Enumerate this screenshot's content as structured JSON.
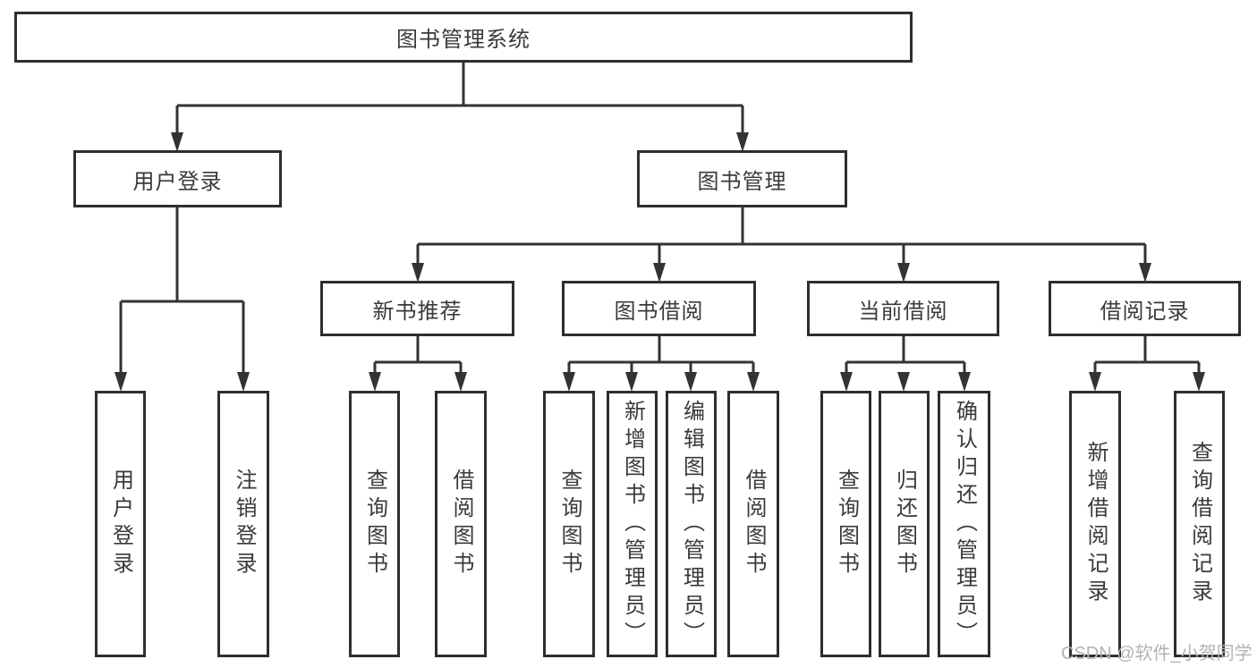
{
  "diagram_title": "图书管理系统",
  "tree": {
    "root": "图书管理系统",
    "branches": [
      {
        "label": "用户登录",
        "children": [
          "用户登录",
          "注销登录"
        ]
      },
      {
        "label": "图书管理",
        "groups": [
          {
            "label": "新书推荐",
            "children": [
              "查询图书",
              "借阅图书"
            ]
          },
          {
            "label": "图书借阅",
            "children": [
              "查询图书",
              "新增图书（管理员）",
              "编辑图书（管理员）",
              "借阅图书"
            ]
          },
          {
            "label": "当前借阅",
            "children": [
              "查询图书",
              "归还图书",
              "确认归还（管理员）"
            ]
          },
          {
            "label": "借阅记录",
            "children": [
              "新增借阅记录",
              "查询借阅记录"
            ]
          }
        ]
      }
    ]
  },
  "watermark": "CSDN @软件_小贺同学",
  "colors": {
    "line": "#333333",
    "box_border": "#2e2e2e",
    "text": "#3a3a3a",
    "watermark": "#b3b3b3",
    "background": "#ffffff"
  }
}
